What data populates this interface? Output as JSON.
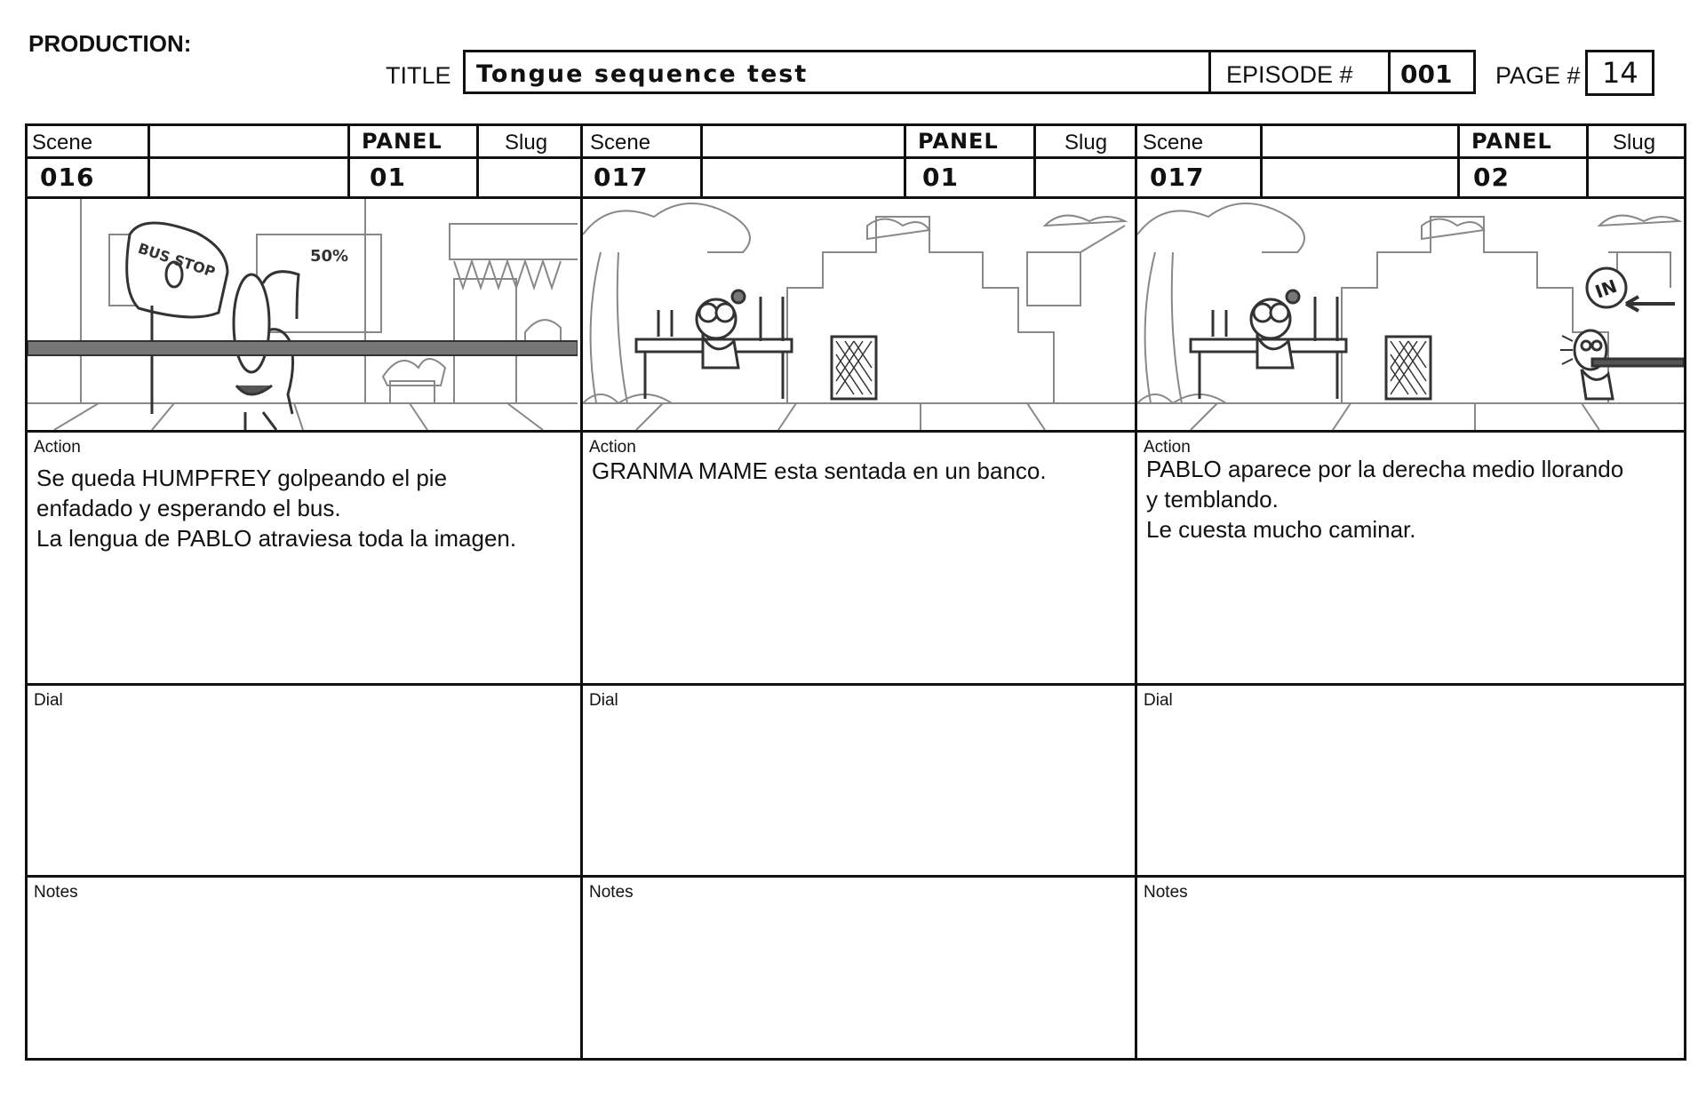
{
  "header": {
    "production_label": "PRODUCTION:",
    "title_label": "TITLE",
    "title_value": "Tongue sequence test",
    "episode_label": "EPISODE #",
    "episode_value": "001",
    "page_label": "PAGE #",
    "page_value": "14"
  },
  "labels": {
    "scene": "Scene",
    "panel": "PANEL",
    "slug": "Slug",
    "action": "Action",
    "dial": "Dial",
    "notes": "Notes"
  },
  "panels": [
    {
      "scene": "016",
      "panel": "01",
      "slug": "",
      "action": "Se queda  HUMPFREY golpeando el pie\nenfadado y esperando el bus.\nLa lengua de PABLO atraviesa toda la imagen.",
      "dial": "",
      "notes": "",
      "sketch_text": {
        "sign": "BUS STOP",
        "sale": "50%"
      }
    },
    {
      "scene": "017",
      "panel": "01",
      "slug": "",
      "action": "GRANMA MAME esta sentada en un banco.",
      "dial": "",
      "notes": ""
    },
    {
      "scene": "017",
      "panel": "02",
      "slug": "",
      "action": "PABLO aparece por la derecha medio llorando\ny temblando.\nLe cuesta mucho caminar.",
      "dial": "",
      "notes": "",
      "sketch_text": {
        "in": "IN"
      }
    }
  ]
}
